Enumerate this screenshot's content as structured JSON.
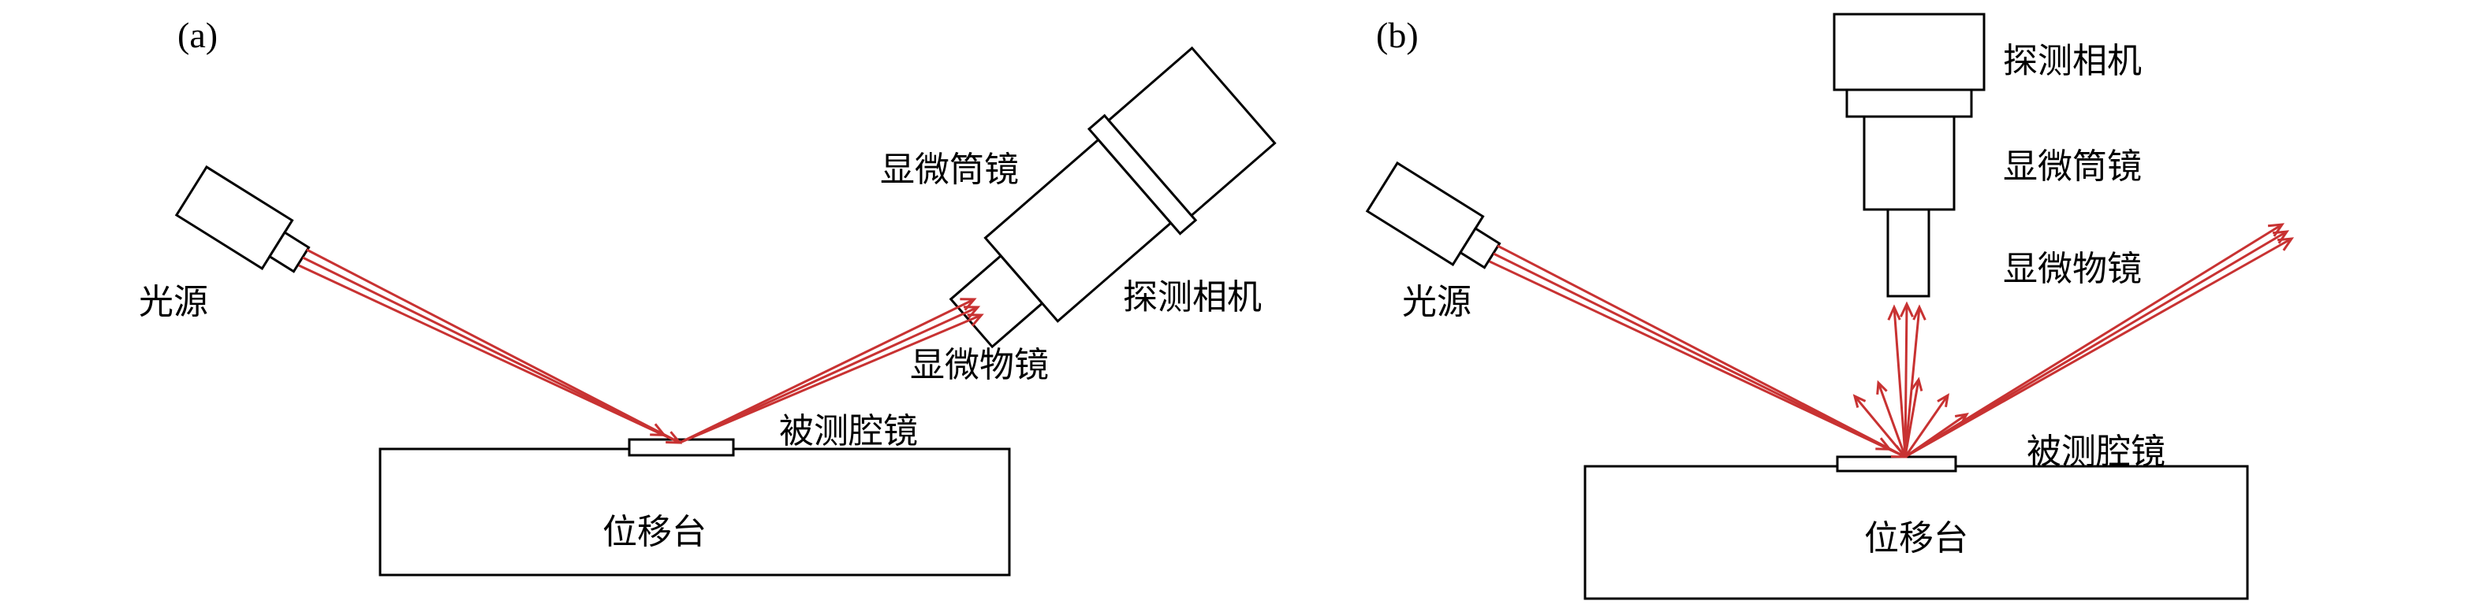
{
  "figure": {
    "colors": {
      "ray": "#c83232",
      "outline": "#000000",
      "background": "#ffffff"
    },
    "panel_a": {
      "label": "(a)",
      "labels": {
        "light_source": "光源",
        "tube_lens": "显微筒镜",
        "camera": "探测相机",
        "objective": "显微物镜",
        "test_cavity_mirror": "被测腔镜",
        "stage": "位移台"
      }
    },
    "panel_b": {
      "label": "(b)",
      "labels": {
        "camera": "探测相机",
        "tube_lens": "显微筒镜",
        "objective": "显微物镜",
        "light_source": "光源",
        "test_cavity_mirror": "被测腔镜",
        "stage": "位移台"
      }
    }
  }
}
